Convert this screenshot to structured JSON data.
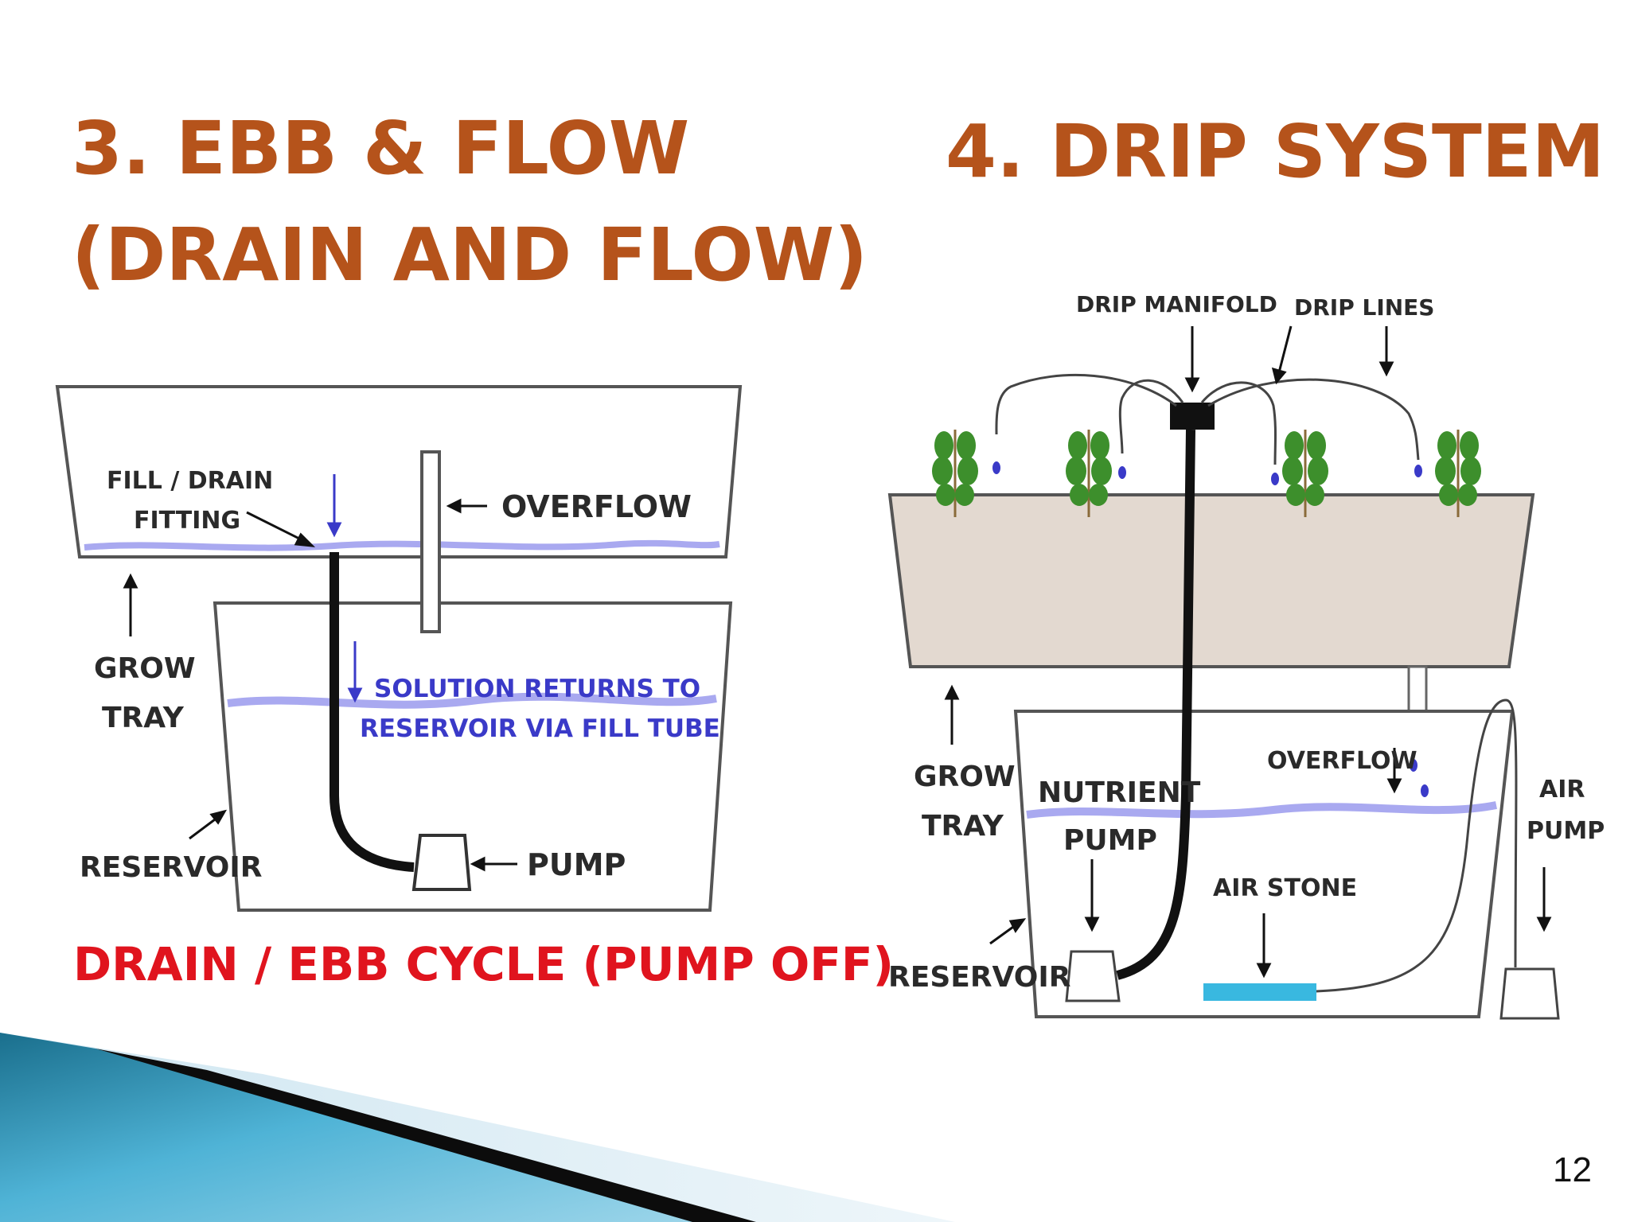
{
  "slide": {
    "left_title_line1": "3. EBB & FLOW",
    "left_title_line2": "(DRAIN AND FLOW)",
    "right_title": "4. DRIP SYSTEM",
    "page_number": "12"
  },
  "ebb_flow_diagram": {
    "fill_drain_line1": "FILL / DRAIN",
    "fill_drain_line2": "FITTING",
    "overflow": "OVERFLOW",
    "grow_tray_line1": "GROW",
    "grow_tray_line2": "TRAY",
    "solution_line1": "SOLUTION RETURNS TO",
    "solution_line2": "RESERVOIR VIA FILL TUBE",
    "reservoir": "RESERVOIR",
    "pump": "PUMP",
    "caption": "DRAIN / EBB CYCLE (PUMP OFF)"
  },
  "drip_diagram": {
    "drip_manifold": "DRIP MANIFOLD",
    "drip_lines": "DRIP LINES",
    "grow_tray_line1": "GROW",
    "grow_tray_line2": "TRAY",
    "nutrient_pump_line1": "NUTRIENT",
    "nutrient_pump_line2": "PUMP",
    "overflow": "OVERFLOW",
    "air_pump_line1": "AIR",
    "air_pump_line2": "PUMP",
    "air_stone": "AIR STONE",
    "reservoir": "RESERVOIR"
  },
  "colors": {
    "title": "#b5531b",
    "caption_red": "#e0141e",
    "water_blue": "#a9a9f0",
    "air_stone": "#39b8e0",
    "media": "#e3d9d0",
    "plant_green": "#3d8f2c"
  }
}
